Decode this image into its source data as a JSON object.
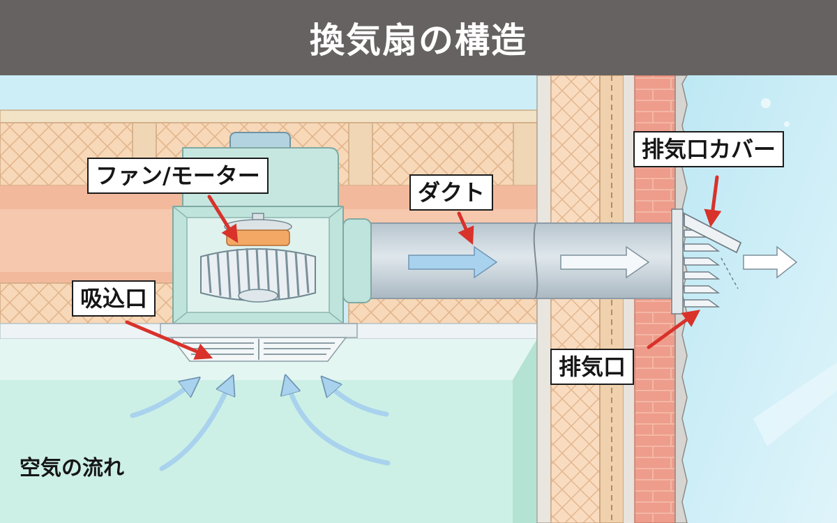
{
  "title": "換気扇の構造",
  "labels": {
    "fan_motor": "ファン/モーター",
    "duct": "ダクト",
    "exhaust_cover": "排気口カバー",
    "intake": "吸込口",
    "exhaust": "排気口",
    "airflow": "空気の流れ"
  },
  "colors": {
    "title_bar": "#666262",
    "pointer_arrow": "#d8322b",
    "airflow_arrow": "#a9d2ee",
    "insulation": "#f7d8b8",
    "brick": "#ee9c8b",
    "duct": "#c9d4dc"
  }
}
